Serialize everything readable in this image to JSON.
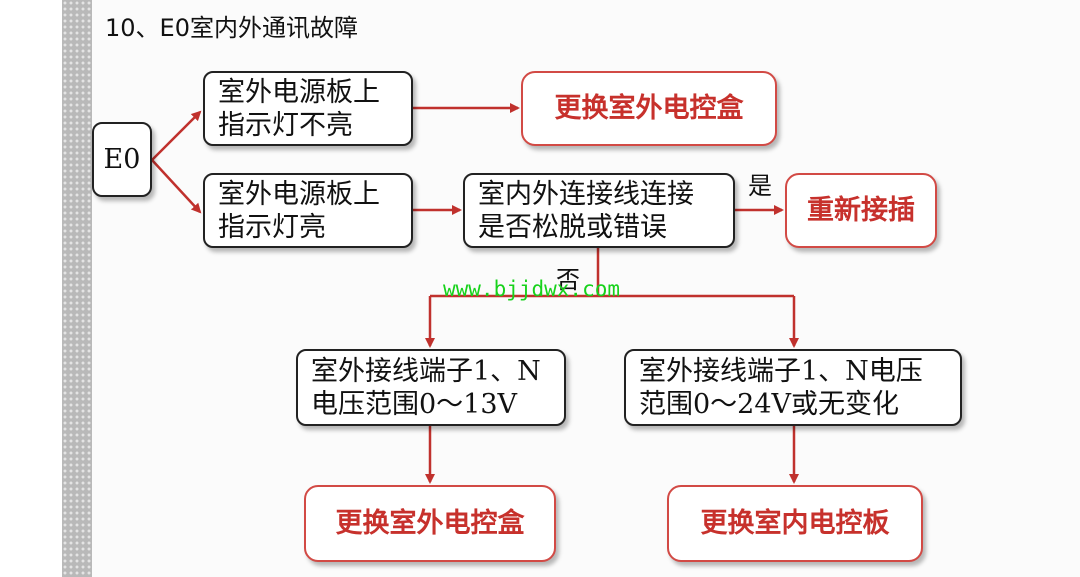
{
  "title": "10、E0室内外通讯故障",
  "nodes": {
    "e0": "E0",
    "led_off": "室外电源板上\n指示灯不亮",
    "replace_outdoor_box_top": "更换室外电控盒",
    "led_on": "室外电源板上\n指示灯亮",
    "check_wiring": "室内外连接线连接\n是否松脱或错误",
    "reconnect": "重新接插",
    "voltage_0_13": "室外接线端子1、N\n电压范围0～13V",
    "voltage_0_24": "室外接线端子1、N电压\n范围0～24V或无变化",
    "replace_outdoor_box_bottom": "更换室外电控盒",
    "replace_indoor_board": "更换室内电控板"
  },
  "labels": {
    "yes": "是",
    "no": "否"
  },
  "watermark": "www.bjjdwx.com",
  "colors": {
    "arrow": "#c0312d",
    "accent_box_border": "#d24a45",
    "accent_text": "#c7312c",
    "watermark": "#17d21b"
  }
}
